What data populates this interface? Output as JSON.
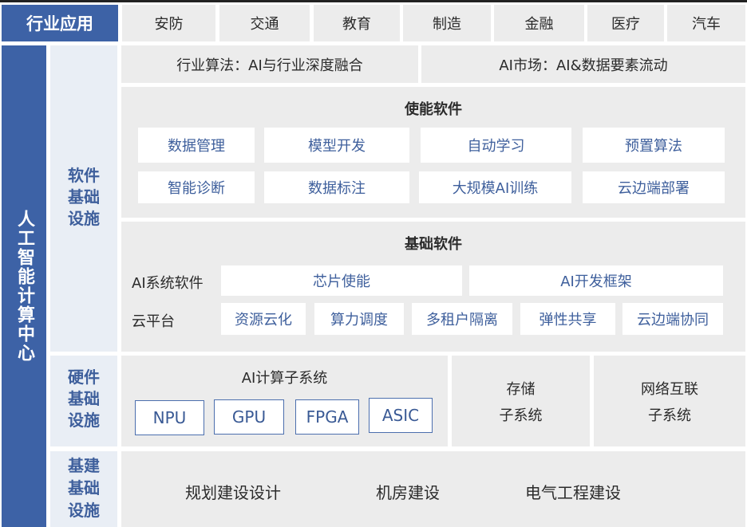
{
  "colors": {
    "primary_blue": "#3d62a6",
    "light_blue_panel": "#e9eef5",
    "gray_panel": "#ececec",
    "text_blue": "#3e5f9c",
    "text_dark": "#2b2b2b"
  },
  "industry": {
    "label": "行业应用",
    "items": [
      "安防",
      "交通",
      "教育",
      "制造",
      "金融",
      "医疗",
      "汽车"
    ]
  },
  "center": {
    "label": "人工智能计算中心"
  },
  "software_infra": {
    "label": [
      "软件",
      "基础",
      "设施"
    ],
    "top_row": {
      "left": "行业算法：AI与行业深度融合",
      "right": "AI市场：AI&数据要素流动"
    },
    "enabling": {
      "title": "使能软件",
      "row1": [
        "数据管理",
        "模型开发",
        "自动学习",
        "预置算法"
      ],
      "row2": [
        "智能诊断",
        "数据标注",
        "大规模AI训练",
        "云边端部署"
      ]
    },
    "basic": {
      "title": "基础软件",
      "ai_system": {
        "label": "AI系统软件",
        "items": [
          "芯片使能",
          "AI开发框架"
        ]
      },
      "cloud": {
        "label": "云平台",
        "items": [
          "资源云化",
          "算力调度",
          "多租户隔离",
          "弹性共享",
          "云边端协同"
        ]
      }
    }
  },
  "hardware_infra": {
    "label": [
      "硬件",
      "基础",
      "设施"
    ],
    "ai_compute": {
      "title": "AI计算子系统",
      "chips": [
        "NPU",
        "GPU",
        "FPGA",
        "ASIC"
      ]
    },
    "storage": [
      "存储",
      "子系统"
    ],
    "network": [
      "网络互联",
      "子系统"
    ]
  },
  "base_infra": {
    "label": [
      "基建",
      "基础",
      "设施"
    ],
    "items": [
      "规划建设设计",
      "机房建设",
      "电气工程建设"
    ]
  }
}
